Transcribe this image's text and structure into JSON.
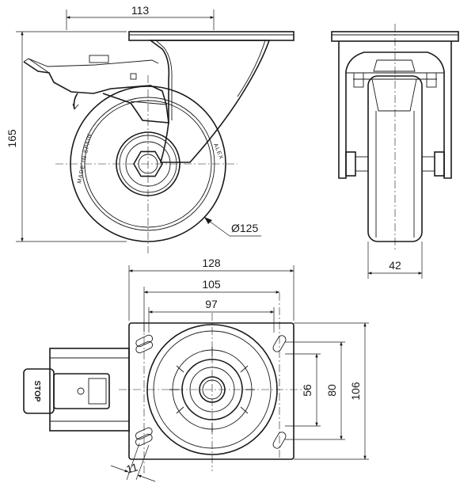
{
  "dimensions": {
    "plate_offset": "113",
    "height": "165",
    "wheel_diameter": "Ø125",
    "wheel_width": "42",
    "plate_length": "128",
    "hole_spacing_outer": "105",
    "hole_spacing_inner": "97",
    "hole_spacing_vertical_inner": "56",
    "hole_spacing_vertical_outer": "80",
    "plate_width": "106",
    "slot_width": "11"
  },
  "labels": {
    "stop": "STOP",
    "made_in": "MADE IN SPAIN",
    "brand": "ALEX"
  }
}
